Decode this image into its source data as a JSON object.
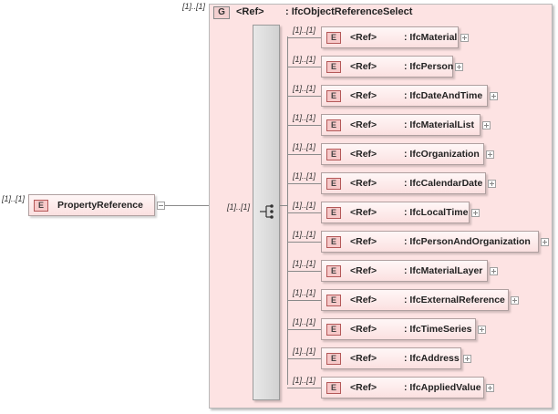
{
  "root": {
    "badge": "E",
    "name": "PropertyReference",
    "multiplicity": "[1]..[1]"
  },
  "group": {
    "badge": "G",
    "ref": "<Ref>",
    "type": ": IfcObjectReferenceSelect",
    "multiplicity": "[1]..[1]"
  },
  "choice": {
    "multiplicity": "[1]..[1]"
  },
  "elements": [
    {
      "badge": "E",
      "ref": "<Ref>",
      "type": ": IfcMaterial",
      "multiplicity": "[1]..[1]"
    },
    {
      "badge": "E",
      "ref": "<Ref>",
      "type": ": IfcPerson",
      "multiplicity": "[1]..[1]"
    },
    {
      "badge": "E",
      "ref": "<Ref>",
      "type": ": IfcDateAndTime",
      "multiplicity": "[1]..[1]"
    },
    {
      "badge": "E",
      "ref": "<Ref>",
      "type": ": IfcMaterialList",
      "multiplicity": "[1]..[1]"
    },
    {
      "badge": "E",
      "ref": "<Ref>",
      "type": ": IfcOrganization",
      "multiplicity": "[1]..[1]"
    },
    {
      "badge": "E",
      "ref": "<Ref>",
      "type": ": IfcCalendarDate",
      "multiplicity": "[1]..[1]"
    },
    {
      "badge": "E",
      "ref": "<Ref>",
      "type": ": IfcLocalTime",
      "multiplicity": "[1]..[1]"
    },
    {
      "badge": "E",
      "ref": "<Ref>",
      "type": ": IfcPersonAndOrganization",
      "multiplicity": "[1]..[1]"
    },
    {
      "badge": "E",
      "ref": "<Ref>",
      "type": ": IfcMaterialLayer",
      "multiplicity": "[1]..[1]"
    },
    {
      "badge": "E",
      "ref": "<Ref>",
      "type": ": IfcExternalReference",
      "multiplicity": "[1]..[1]"
    },
    {
      "badge": "E",
      "ref": "<Ref>",
      "type": ": IfcTimeSeries",
      "multiplicity": "[1]..[1]"
    },
    {
      "badge": "E",
      "ref": "<Ref>",
      "type": ": IfcAddress",
      "multiplicity": "[1]..[1]"
    },
    {
      "badge": "E",
      "ref": "<Ref>",
      "type": ": IfcAppliedValue",
      "multiplicity": "[1]..[1]"
    }
  ]
}
